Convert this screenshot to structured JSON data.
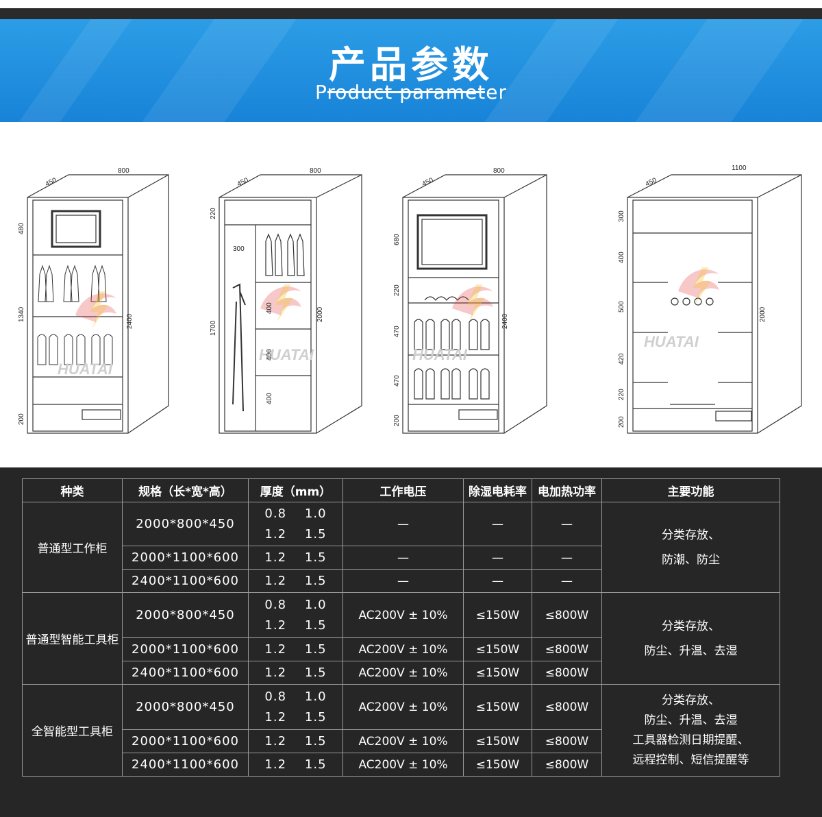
{
  "header": {
    "title_cn": "产品参数",
    "title_en": "Product parameter"
  },
  "drawings": {
    "cab1": {
      "width": "800",
      "depth": "450",
      "heights": [
        "480",
        "1340",
        "200"
      ],
      "total": "2400"
    },
    "cab2": {
      "width": "800",
      "depth": "450",
      "heights": [
        "220",
        "1700"
      ],
      "inner": [
        "300",
        "400",
        "400",
        "400"
      ],
      "total": "2000"
    },
    "cab3": {
      "width": "800",
      "depth": "450",
      "heights": [
        "680",
        "220",
        "470",
        "470",
        "200"
      ],
      "total": "2400"
    },
    "cab4": {
      "width": "1100",
      "depth": "450",
      "heights": [
        "300",
        "400",
        "500",
        "420",
        "220",
        "200"
      ],
      "total": "2000"
    },
    "watermark": "HUATAI"
  },
  "table": {
    "headers": [
      "种类",
      "规格（长*宽*高）",
      "厚度（mm）",
      "工作电压",
      "除湿电耗率",
      "电加热功率",
      "主要功能"
    ],
    "groups": [
      {
        "type": "普通型工作柜",
        "rows": [
          {
            "spec": "2000*800*450",
            "thick": [
              "0.8    1.0",
              "1.2    1.5"
            ],
            "voltage": "—",
            "dehum": "—",
            "heat": "—"
          },
          {
            "spec": "2000*1100*600",
            "thick": [
              "1.2    1.5"
            ],
            "voltage": "—",
            "dehum": "—",
            "heat": "—"
          },
          {
            "spec": "2400*1100*600",
            "thick": [
              "1.2    1.5"
            ],
            "voltage": "—",
            "dehum": "—",
            "heat": "—"
          }
        ],
        "function": [
          "分类存放、",
          "防潮、防尘"
        ]
      },
      {
        "type": "普通型智能工具柜",
        "rows": [
          {
            "spec": "2000*800*450",
            "thick": [
              "0.8    1.0",
              "1.2    1.5"
            ],
            "voltage": "AC200V ± 10%",
            "dehum": "≤150W",
            "heat": "≤800W"
          },
          {
            "spec": "2000*1100*600",
            "thick": [
              "1.2    1.5"
            ],
            "voltage": "AC200V ± 10%",
            "dehum": "≤150W",
            "heat": "≤800W"
          },
          {
            "spec": "2400*1100*600",
            "thick": [
              "1.2    1.5"
            ],
            "voltage": "AC200V ± 10%",
            "dehum": "≤150W",
            "heat": "≤800W"
          }
        ],
        "function": [
          "分类存放、",
          "防尘、升温、去湿"
        ]
      },
      {
        "type": "全智能型工具柜",
        "rows": [
          {
            "spec": "2000*800*450",
            "thick": [
              "0.8    1.0",
              "1.2    1.5"
            ],
            "voltage": "AC200V ± 10%",
            "dehum": "≤150W",
            "heat": "≤800W"
          },
          {
            "spec": "2000*1100*600",
            "thick": [
              "1.2    1.5"
            ],
            "voltage": "AC200V ± 10%",
            "dehum": "≤150W",
            "heat": "≤800W"
          },
          {
            "spec": "2400*1100*600",
            "thick": [
              "1.2    1.5"
            ],
            "voltage": "AC200V ± 10%",
            "dehum": "≤150W",
            "heat": "≤800W"
          }
        ],
        "function": [
          "分类存放、",
          "防尘、升温、去湿",
          "工具器检测日期提醒、",
          "远程控制、短信提醒等"
        ]
      }
    ]
  },
  "colors": {
    "banner": "#1f8fe0",
    "table_bg": "#262626",
    "watermark": "#e23a3a"
  }
}
